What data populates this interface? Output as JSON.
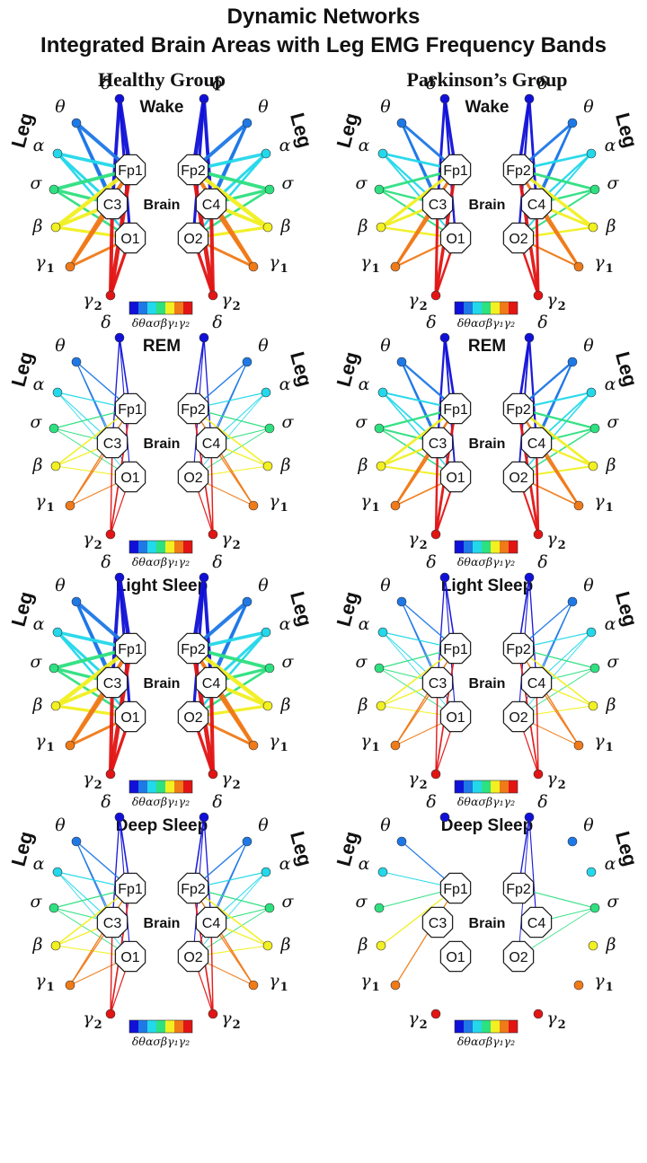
{
  "title": {
    "line1": "Dynamic Networks",
    "line2": "Integrated Brain Areas with Leg EMG Frequency Bands"
  },
  "groups": [
    "Healthy Group",
    "Parkinson’s Group"
  ],
  "brain_label": "Brain",
  "leg_label": "Leg",
  "electrodes": [
    "Fp1",
    "Fp2",
    "C3",
    "C4",
    "O1",
    "O2"
  ],
  "bands": [
    {
      "key": "delta",
      "symbol": "δ",
      "sub": "",
      "color": "#1010d8"
    },
    {
      "key": "theta",
      "symbol": "θ",
      "sub": "",
      "color": "#1e78e6"
    },
    {
      "key": "alpha",
      "symbol": "α",
      "sub": "",
      "color": "#22d8ea"
    },
    {
      "key": "sigma",
      "symbol": "σ",
      "sub": "",
      "color": "#2ee080"
    },
    {
      "key": "beta",
      "symbol": "β",
      "sub": "",
      "color": "#f2f020"
    },
    {
      "key": "gamma1",
      "symbol": "γ",
      "sub": "1",
      "color": "#f07a18"
    },
    {
      "key": "gamma2",
      "symbol": "γ",
      "sub": "2",
      "color": "#e21414"
    }
  ],
  "colorbar_label": "δθασβγ₁γ₂",
  "panels": [
    {
      "group": "healthy",
      "stage": "Wake",
      "strength": 1.0,
      "links": "full"
    },
    {
      "group": "parkinson",
      "stage": "Wake",
      "strength": 0.75,
      "links": "full"
    },
    {
      "group": "healthy",
      "stage": "REM",
      "strength": 0.35,
      "links": "full"
    },
    {
      "group": "parkinson",
      "stage": "REM",
      "strength": 0.6,
      "links": "full"
    },
    {
      "group": "healthy",
      "stage": "Light Sleep",
      "strength": 1.0,
      "links": "full"
    },
    {
      "group": "parkinson",
      "stage": "Light Sleep",
      "strength": 0.35,
      "links": "full"
    },
    {
      "group": "healthy",
      "stage": "Deep Sleep",
      "strength": 0.35,
      "links": "full"
    },
    {
      "group": "parkinson",
      "stage": "Deep Sleep",
      "strength": 0.3,
      "links": "sparse"
    }
  ]
}
